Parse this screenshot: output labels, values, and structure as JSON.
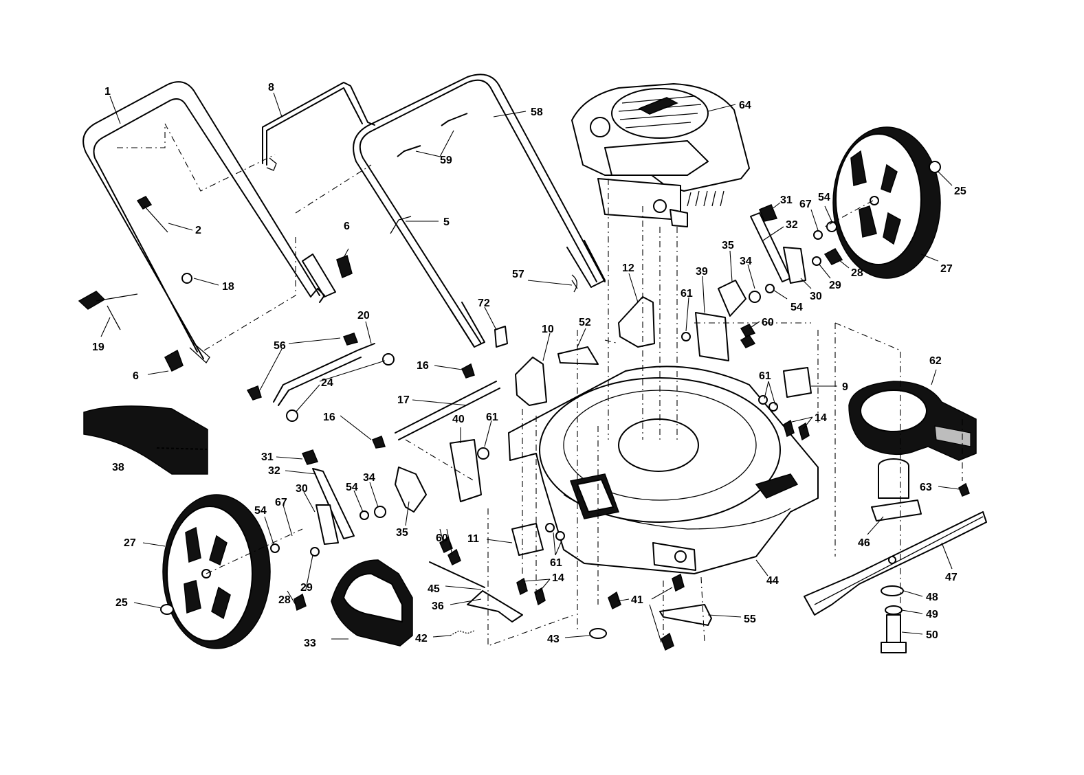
{
  "callouts": [
    {
      "id": "c1",
      "text": "1"
    },
    {
      "id": "c2",
      "text": "2"
    },
    {
      "id": "c8",
      "text": "8"
    },
    {
      "id": "c6a",
      "text": "6"
    },
    {
      "id": "c18",
      "text": "18"
    },
    {
      "id": "c19",
      "text": "19"
    },
    {
      "id": "c6b",
      "text": "6"
    },
    {
      "id": "c58",
      "text": "58"
    },
    {
      "id": "c59",
      "text": "59"
    },
    {
      "id": "c5",
      "text": "5"
    },
    {
      "id": "c6c",
      "text": "6"
    },
    {
      "id": "c64",
      "text": "64"
    },
    {
      "id": "c25a",
      "text": "25"
    },
    {
      "id": "c31a",
      "text": "31"
    },
    {
      "id": "c67a",
      "text": "67"
    },
    {
      "id": "c54a",
      "text": "54"
    },
    {
      "id": "c32a",
      "text": "32"
    },
    {
      "id": "c35a",
      "text": "35"
    },
    {
      "id": "c34a",
      "text": "34"
    },
    {
      "id": "c27a",
      "text": "27"
    },
    {
      "id": "c28a",
      "text": "28"
    },
    {
      "id": "c29a",
      "text": "29"
    },
    {
      "id": "c30a",
      "text": "30"
    },
    {
      "id": "c54b",
      "text": "54"
    },
    {
      "id": "c12",
      "text": "12"
    },
    {
      "id": "c39",
      "text": "39"
    },
    {
      "id": "c61a",
      "text": "61"
    },
    {
      "id": "c60a",
      "text": "60"
    },
    {
      "id": "c57",
      "text": "57"
    },
    {
      "id": "c72",
      "text": "72"
    },
    {
      "id": "c10",
      "text": "10"
    },
    {
      "id": "c52",
      "text": "52"
    },
    {
      "id": "c20",
      "text": "20"
    },
    {
      "id": "c56",
      "text": "56"
    },
    {
      "id": "c24",
      "text": "24"
    },
    {
      "id": "c16a",
      "text": "16"
    },
    {
      "id": "c17",
      "text": "17"
    },
    {
      "id": "c16b",
      "text": "16"
    },
    {
      "id": "c40",
      "text": "40"
    },
    {
      "id": "c61b",
      "text": "61"
    },
    {
      "id": "c38",
      "text": "38"
    },
    {
      "id": "c31b",
      "text": "31"
    },
    {
      "id": "c32b",
      "text": "32"
    },
    {
      "id": "c30b",
      "text": "30"
    },
    {
      "id": "c54c",
      "text": "54"
    },
    {
      "id": "c34b",
      "text": "34"
    },
    {
      "id": "c67b",
      "text": "67"
    },
    {
      "id": "c54d",
      "text": "54"
    },
    {
      "id": "c35b",
      "text": "35"
    },
    {
      "id": "c60b",
      "text": "60"
    },
    {
      "id": "c27b",
      "text": "27"
    },
    {
      "id": "c28b",
      "text": "28"
    },
    {
      "id": "c29b",
      "text": "29"
    },
    {
      "id": "c25b",
      "text": "25"
    },
    {
      "id": "c11",
      "text": "11"
    },
    {
      "id": "c61c",
      "text": "61"
    },
    {
      "id": "c14a",
      "text": "14"
    },
    {
      "id": "c45",
      "text": "45"
    },
    {
      "id": "c36",
      "text": "36"
    },
    {
      "id": "c33",
      "text": "33"
    },
    {
      "id": "c42",
      "text": "42"
    },
    {
      "id": "c43",
      "text": "43"
    },
    {
      "id": "c41",
      "text": "41"
    },
    {
      "id": "c55",
      "text": "55"
    },
    {
      "id": "c44",
      "text": "44"
    },
    {
      "id": "c9",
      "text": "9"
    },
    {
      "id": "c61d",
      "text": "61"
    },
    {
      "id": "c14b",
      "text": "14"
    },
    {
      "id": "c62",
      "text": "62"
    },
    {
      "id": "c63",
      "text": "63"
    },
    {
      "id": "c46",
      "text": "46"
    },
    {
      "id": "c47",
      "text": "47"
    },
    {
      "id": "c48",
      "text": "48"
    },
    {
      "id": "c49",
      "text": "49"
    },
    {
      "id": "c50",
      "text": "50"
    }
  ],
  "colors": {
    "ink": "#000000",
    "paper": "#ffffff",
    "shade": "#bdbdbd"
  }
}
